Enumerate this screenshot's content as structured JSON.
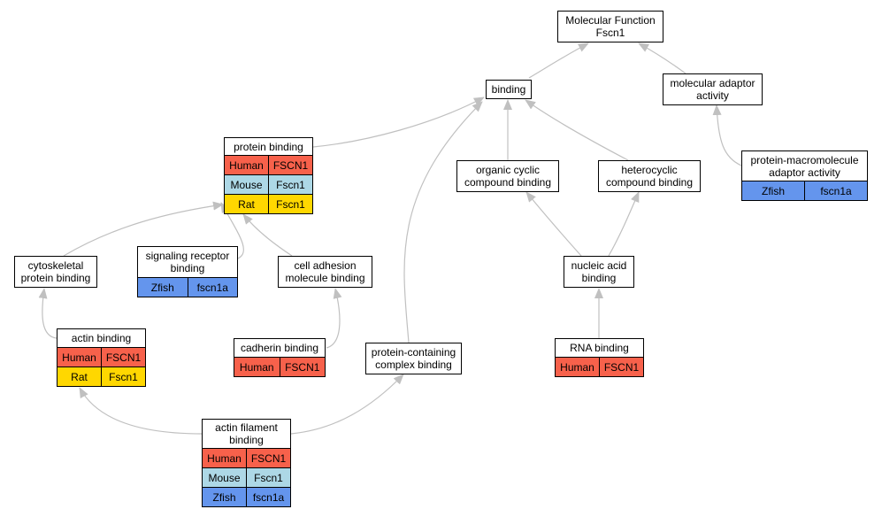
{
  "colors": {
    "Human": "#f7614b",
    "Mouse": "#add8e6",
    "Rat": "#ffd700",
    "Zfish": "#6495ed",
    "edge": "#c0c0c0"
  },
  "nodes": {
    "mf": {
      "lines": [
        "Molecular Function",
        "Fscn1"
      ],
      "rows": []
    },
    "binding": {
      "lines": [
        "binding"
      ],
      "rows": []
    },
    "adaptor": {
      "lines": [
        "molecular adaptor",
        "activity"
      ],
      "rows": []
    },
    "protein": {
      "lines": [
        "protein binding"
      ],
      "rows": [
        [
          "Human",
          "FSCN1"
        ],
        [
          "Mouse",
          "Fscn1"
        ],
        [
          "Rat",
          "Fscn1"
        ]
      ]
    },
    "pmaa": {
      "lines": [
        "protein-macromolecule",
        "adaptor activity"
      ],
      "rows": [
        [
          "Zfish",
          "fscn1a"
        ]
      ]
    },
    "organic": {
      "lines": [
        "organic cyclic",
        "compound binding"
      ],
      "rows": []
    },
    "hetero": {
      "lines": [
        "heterocyclic",
        "compound binding"
      ],
      "rows": []
    },
    "cyto": {
      "lines": [
        "cytoskeletal",
        "protein binding"
      ],
      "rows": []
    },
    "signal": {
      "lines": [
        "signaling receptor",
        "binding"
      ],
      "rows": [
        [
          "Zfish",
          "fscn1a"
        ]
      ]
    },
    "celladh": {
      "lines": [
        "cell adhesion",
        "molecule binding"
      ],
      "rows": []
    },
    "nucleic": {
      "lines": [
        "nucleic acid",
        "binding"
      ],
      "rows": []
    },
    "actin": {
      "lines": [
        "actin binding"
      ],
      "rows": [
        [
          "Human",
          "FSCN1"
        ],
        [
          "Rat",
          "Fscn1"
        ]
      ]
    },
    "cadherin": {
      "lines": [
        "cadherin binding"
      ],
      "rows": [
        [
          "Human",
          "FSCN1"
        ]
      ]
    },
    "pcomplex": {
      "lines": [
        "protein-containing",
        "complex binding"
      ],
      "rows": []
    },
    "rna": {
      "lines": [
        "RNA binding"
      ],
      "rows": [
        [
          "Human",
          "FSCN1"
        ]
      ]
    },
    "filament": {
      "lines": [
        "actin filament",
        "binding"
      ],
      "rows": [
        [
          "Human",
          "FSCN1"
        ],
        [
          "Mouse",
          "Fscn1"
        ],
        [
          "Zfish",
          "fscn1a"
        ]
      ]
    }
  }
}
